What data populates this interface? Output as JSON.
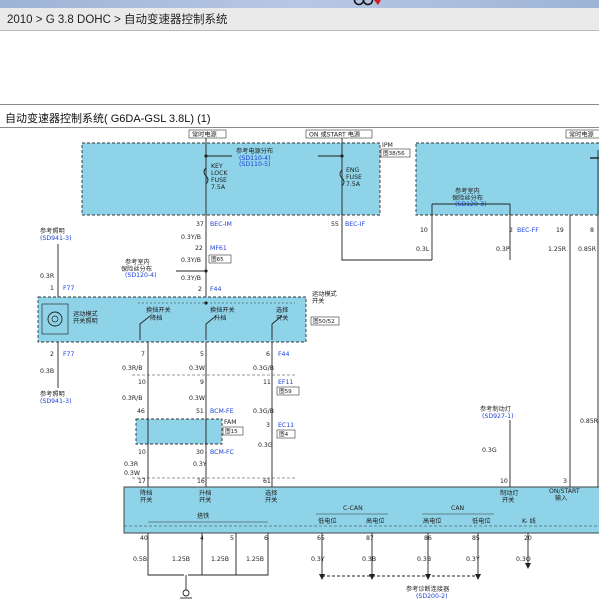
{
  "breadcrumb": "2010 > G 3.8 DOHC > 自动变速器控制系统",
  "diagram_title": "自动变速器控制系统( G6DA-GSL 3.8L) (1)",
  "supply": {
    "normal_power_1": "常时电源",
    "on_start_power": "ON 或START 电源",
    "normal_power_2": "常时电源",
    "ipm": "IPM",
    "ipm_ref": "图38/56"
  },
  "fuses": {
    "key_lock_fuse": [
      "KEY",
      "LOCK",
      "FUSE",
      "7.5A"
    ],
    "eng_fuse": [
      "ENG",
      "FUSE",
      "7.5A"
    ],
    "power_dist_ref": [
      "参考电源分布",
      "(SD110-4)",
      "(SD110-5)"
    ],
    "indoor_fuse_ref_right": [
      "参考室内",
      "保险丝分布",
      "(SD120-3)"
    ]
  },
  "connectors": {
    "bec_im": "BEC-IM",
    "bec_if": "BEC-IF",
    "bec_ff": "BEC-FF",
    "mf61": "MF61",
    "mf61_ref": "图65",
    "f44": "F44",
    "f77": "F77",
    "ef11": "EF11",
    "ef11_ref": "图59",
    "bcm_fe": "BCM-FE",
    "fam": "FAM",
    "fam_ref": "图15",
    "bcm_fc": "BCM-FC",
    "ec11": "EC11",
    "ec11_ref": "图4"
  },
  "pins": {
    "p37": "37",
    "p55": "55",
    "p22": "22",
    "p1_left": "1",
    "p2_top": "2",
    "p2_f77": "2",
    "p7": "7",
    "p5": "5",
    "p6": "6",
    "p10_a": "10",
    "p9": "9",
    "p11": "11",
    "p46": "46",
    "p51": "51",
    "p3": "3",
    "p10_b": "10",
    "p30": "30",
    "p17": "17",
    "p16": "16",
    "p61": "61",
    "p10_ipm": "10",
    "p2_ipm": "2",
    "p19": "19",
    "p8": "8",
    "p10_brake": "10",
    "p3_start": "3",
    "p40": "40",
    "p4": "4",
    "p5_b": "5",
    "p6_b": "6",
    "p65": "65",
    "p87": "87",
    "p86": "86",
    "p85": "85",
    "p20": "20"
  },
  "wires": {
    "w_037y_1": "0.3Y/B",
    "w_037y_2": "0.3Y/B",
    "w_037y_3": "0.3Y/B",
    "w_03r": "0.3R",
    "w_03b_left": "0.3B",
    "w_03rb_1": "0.3R/B",
    "w_03w_1": "0.3W",
    "w_03gb_1": "0.3G/B",
    "w_03rb_2": "0.3R/B",
    "w_03w_2": "0.3W",
    "w_03gb_2": "0.3G/B",
    "w_03g_1": "0.3G",
    "w_03r_b": "0.3R",
    "w_03w_3": "0.3W",
    "w_03y": "0.3Y",
    "w_03l": "0.3L",
    "w_03p": "0.3P",
    "w_125r": "1.25R",
    "w_085r_1": "0.85R",
    "w_03g_2": "0.3G",
    "w_085r_2": "0.85R",
    "w_05b": "0.5B",
    "w_125b_1": "1.25B",
    "w_125b_2": "1.25B",
    "w_125b_3": "1.25B",
    "w_03y_b": "0.3Y",
    "w_03b_b": "0.3B",
    "w_03b_c": "0.3B",
    "w_03y_c": "0.3Y",
    "w_03o": "0.3O"
  },
  "refs": {
    "lighting_top": [
      "参考照明",
      "(SD941-3)"
    ],
    "lighting_bottom": [
      "参考照明",
      "(SD941-3)"
    ],
    "indoor_fuse_left": [
      "参考室内",
      "保险丝分布",
      "(SD120-4)"
    ],
    "brake_light": [
      "参考制动灯",
      "(SD927-1)"
    ],
    "diag_connector": [
      "参考诊断连接器",
      "(SD200-2)"
    ]
  },
  "switch_module": {
    "mode_label": [
      "运动模式",
      "开关"
    ],
    "mode_ref": "图50/52",
    "lamp_label": [
      "运动模式",
      "开关照明"
    ],
    "sw_down": [
      "换挡开关",
      "降档"
    ],
    "sw_up": [
      "换挡开关",
      "升档"
    ],
    "sw_select": [
      "选择",
      "开关"
    ]
  },
  "tcm": {
    "down_switch": [
      "降档",
      "开关"
    ],
    "up_switch": [
      "升档",
      "开关"
    ],
    "select_switch": [
      "选择",
      "开关"
    ],
    "brake_switch": [
      "制动灯",
      "开关"
    ],
    "on_start_input": [
      "ON/START",
      "输入"
    ],
    "ground_label": "搭铁",
    "c_can": "C-CAN",
    "can": "CAN",
    "k_line": "K- 线",
    "low_1": "低电位",
    "high_1": "高电位",
    "high_2": "高电位",
    "low_2": "低电位"
  },
  "colors": {
    "module_fill": "#8fd3e8",
    "tcm_fill": "#8fd3e8",
    "ref_blue": "#1a3fd8",
    "wire": "#222222"
  }
}
